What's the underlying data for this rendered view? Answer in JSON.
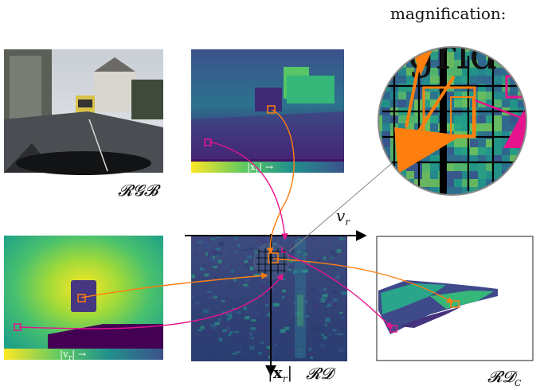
{
  "labels": {
    "magnification": "magnification:",
    "grid_word": "grid",
    "rgb": "𝓡𝓖𝓑",
    "rd": "𝓡𝓓",
    "rdc": "𝓡𝓓",
    "rdc_sub": "C",
    "vr_axis": "v",
    "vr_sub": "r",
    "xr_axis_pre": "|",
    "xr_axis_bold": "x",
    "xr_axis_sub": "r",
    "xr_axis_post": "|",
    "colorbar_xr": "|x",
    "colorbar_xr_sub": "r",
    "colorbar_xr_post": "| →",
    "colorbar_vr": "|v",
    "colorbar_vr_sub": "r",
    "colorbar_vr_post": "| →"
  },
  "colors": {
    "orange": "#ff7f0e",
    "magenta": "#e6148c",
    "viridis_dark": "#440154",
    "viridis_mid": "#21918c",
    "viridis_light": "#fde725"
  },
  "icons": [
    "orange-arrow-icon",
    "magenta-arrow-icon"
  ]
}
